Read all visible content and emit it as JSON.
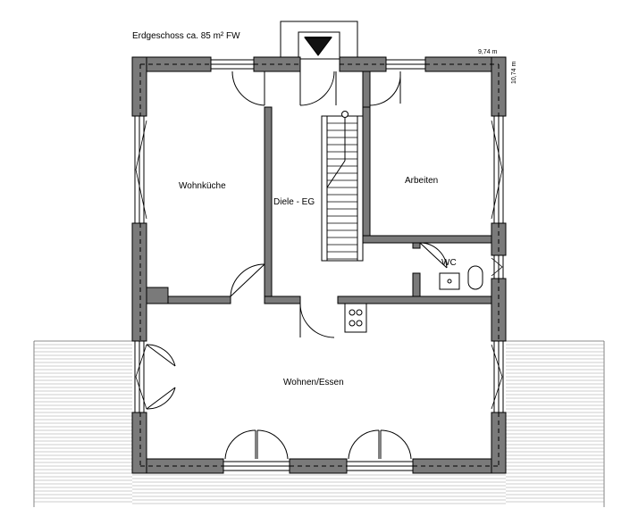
{
  "title": "Erdgeschoss ca. 85 m² FW",
  "dimensions": {
    "width": "9,74 m",
    "depth": "10,74 m"
  },
  "rooms": {
    "wohnkueche": "Wohnküche",
    "diele": "Diele - EG",
    "arbeiten": "Arbeiten",
    "wc": "WC",
    "wohnen": "Wohnen/Essen"
  },
  "colors": {
    "wall": "#7a7a7a",
    "line": "#000000",
    "terrace": "#9a9a9a"
  }
}
